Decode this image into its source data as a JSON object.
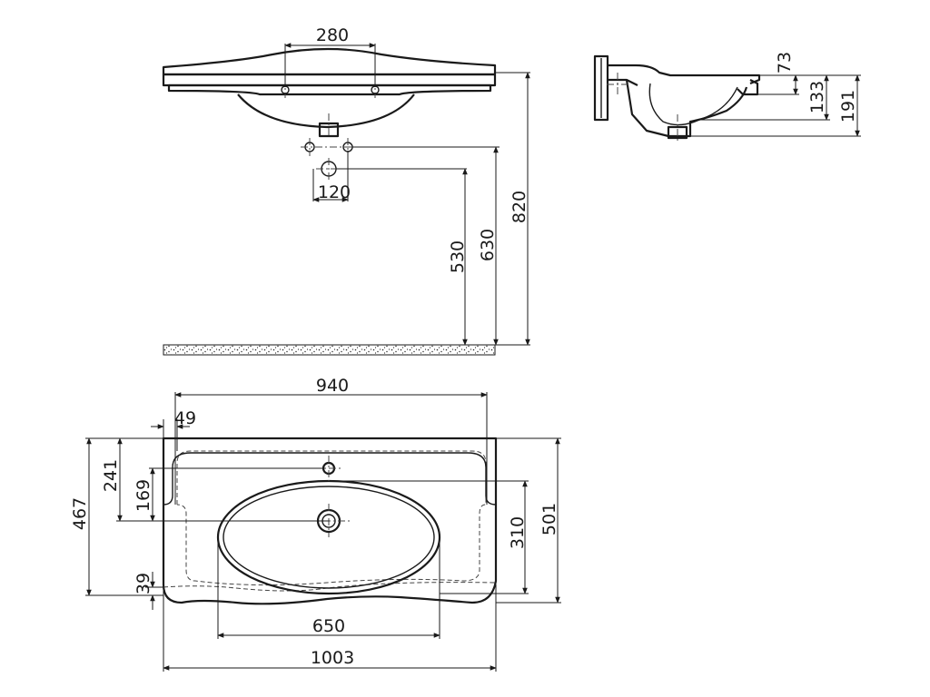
{
  "dimensions": {
    "front_view": {
      "tap_hole_spacing": "280",
      "drain_offset": "120",
      "height_530": "530",
      "height_630": "630",
      "height_820": "820"
    },
    "side_view": {
      "depth_73": "73",
      "depth_133": "133",
      "depth_191": "191"
    },
    "top_view": {
      "inner_width": "940",
      "side_offset": "49",
      "depth_241": "241",
      "depth_169": "169",
      "total_depth_467": "467",
      "front_offset": "39",
      "bowl_depth": "310",
      "overall_depth": "501",
      "bowl_width": "650",
      "overall_width": "1003"
    }
  }
}
